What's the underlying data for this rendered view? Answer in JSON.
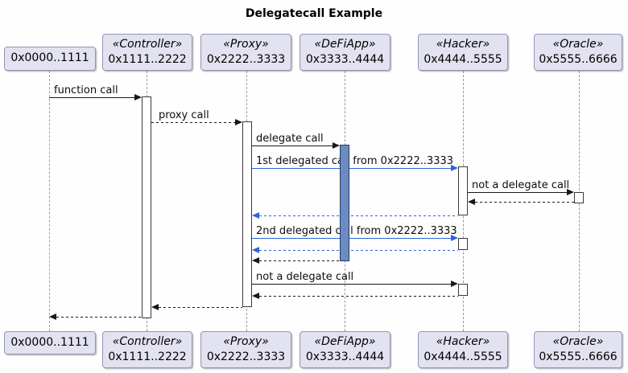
{
  "title": "Delegatecall Example",
  "participants": [
    {
      "stereotype": "",
      "name": "0x0000..1111"
    },
    {
      "stereotype": "«Controller»",
      "name": "0x1111..2222"
    },
    {
      "stereotype": "«Proxy»",
      "name": "0x2222..3333"
    },
    {
      "stereotype": "«DeFiApp»",
      "name": "0x3333..4444"
    },
    {
      "stereotype": "«Hacker»",
      "name": "0x4444..5555"
    },
    {
      "stereotype": "«Oracle»",
      "name": "0x5555..6666"
    }
  ],
  "messages": [
    {
      "label": "function call",
      "from": "0x0000..1111",
      "to": "0x1111..2222",
      "line": "solid",
      "color": "black"
    },
    {
      "label": "proxy call",
      "from": "0x1111..2222",
      "to": "0x2222..3333",
      "line": "dotted",
      "color": "black"
    },
    {
      "label": "delegate call",
      "from": "0x2222..3333",
      "to": "0x3333..4444",
      "line": "solid",
      "color": "black"
    },
    {
      "label": "1st delegated call from 0x2222..3333",
      "from": "0x2222..3333",
      "to": "0x4444..5555",
      "line": "solid",
      "color": "blue"
    },
    {
      "label": "not a delegate call",
      "from": "0x4444..5555",
      "to": "0x5555..6666",
      "line": "solid",
      "color": "black"
    },
    {
      "label": "",
      "from": "0x5555..6666",
      "to": "0x4444..5555",
      "line": "dotted",
      "color": "black"
    },
    {
      "label": "",
      "from": "0x4444..5555",
      "to": "0x2222..3333",
      "line": "dotted",
      "color": "blue"
    },
    {
      "label": "2nd delegated call from 0x2222..3333",
      "from": "0x2222..3333",
      "to": "0x4444..5555",
      "line": "solid",
      "color": "blue"
    },
    {
      "label": "",
      "from": "0x4444..5555",
      "to": "0x2222..3333",
      "line": "dotted",
      "color": "blue"
    },
    {
      "label": "",
      "from": "0x3333..4444",
      "to": "0x2222..3333",
      "line": "dotted",
      "color": "black"
    },
    {
      "label": "not a delegate call",
      "from": "0x2222..3333",
      "to": "0x4444..5555",
      "line": "solid",
      "color": "black"
    },
    {
      "label": "",
      "from": "0x4444..5555",
      "to": "0x2222..3333",
      "line": "dotted",
      "color": "black"
    },
    {
      "label": "",
      "from": "0x2222..3333",
      "to": "0x1111..2222",
      "line": "dotted",
      "color": "black"
    },
    {
      "label": "",
      "from": "0x1111..2222",
      "to": "0x0000..1111",
      "line": "dotted",
      "color": "black"
    }
  ],
  "colors": {
    "participant_fill": "#E2E2F0",
    "participant_border": "#9394B5",
    "line_black": "#181818",
    "line_blue": "#2E63D9",
    "activation_fill": "#FFFFFF",
    "delegate_activation_fill": "#6C8CBF",
    "delegate_activation_border": "#22396B",
    "lifeline_gray": "#9A9A9A"
  }
}
